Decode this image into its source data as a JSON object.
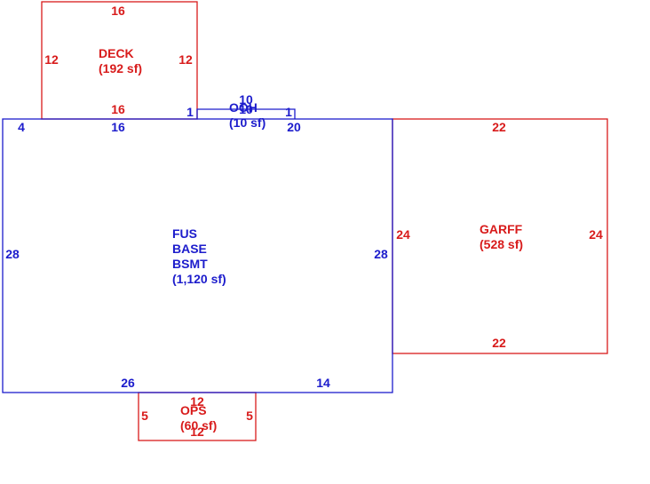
{
  "colors": {
    "main": "#1c1ccc",
    "addition": "#d81b1b"
  },
  "areas": {
    "main": {
      "lines": [
        "FUS",
        "BASE",
        "BSMT",
        "(1,120 sf)"
      ],
      "color": "blue",
      "dims": {
        "top_left": "4",
        "top": "16",
        "left": "28",
        "right": "28",
        "bottom_left": "26",
        "bottom_right": "14"
      }
    },
    "deck": {
      "lines": [
        "DECK",
        "(192 sf)"
      ],
      "color": "red",
      "dims": {
        "top": "16",
        "bottom": "16",
        "left": "12",
        "right": "12"
      }
    },
    "ooh": {
      "lines": [
        "OOH",
        "(10 sf)"
      ],
      "color": "blue",
      "dims": {
        "top": "10",
        "top_overlap": "10",
        "left": "1",
        "right": "1",
        "corner": "20"
      }
    },
    "garage": {
      "lines": [
        "GARFF",
        "(528 sf)"
      ],
      "color": "red",
      "dims": {
        "top": "22",
        "bottom": "22",
        "left": "24",
        "right": "24"
      }
    },
    "porch": {
      "lines": [
        "OPS",
        "(60 sf)"
      ],
      "color": "red",
      "dims": {
        "top": "12",
        "bottom": "12",
        "left": "5",
        "right": "5"
      }
    }
  }
}
